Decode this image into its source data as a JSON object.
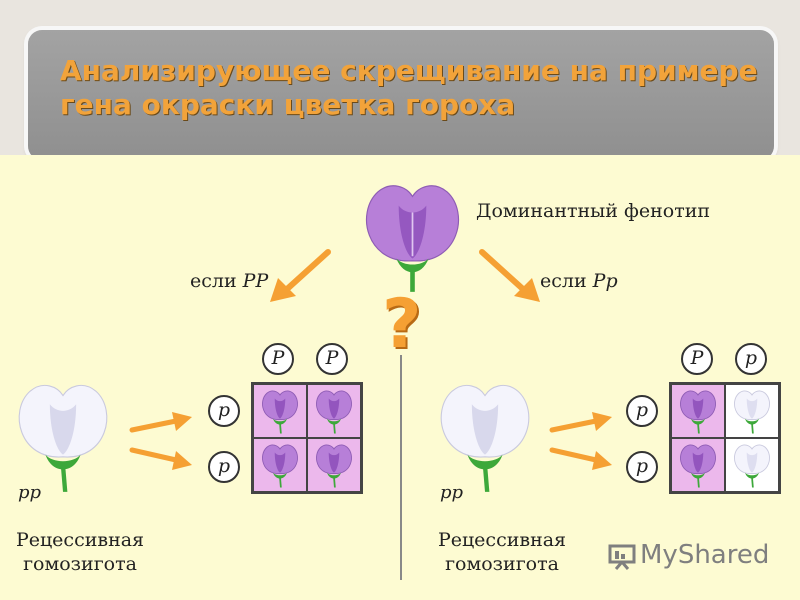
{
  "title": "Анализирующее скрещивание на примере гена окраски цветка гороха",
  "dominant_label": "Доминантный фенотип",
  "case_left": {
    "prefix": "если",
    "genotype": "PP"
  },
  "case_right": {
    "prefix": "если",
    "genotype": "Pp"
  },
  "question_mark": "?",
  "left_cross": {
    "parent_genotype": "pp",
    "parent_caption_line1": "Рецессивная",
    "parent_caption_line2": "гомозигота",
    "top_alleles": [
      "P",
      "P"
    ],
    "side_alleles": [
      "p",
      "p"
    ],
    "offspring": [
      [
        "purple",
        "purple"
      ],
      [
        "purple",
        "purple"
      ]
    ]
  },
  "right_cross": {
    "parent_genotype": "pp",
    "parent_caption_line1": "Рецессивная",
    "parent_caption_line2": "гомозигота",
    "top_alleles": [
      "P",
      "p"
    ],
    "side_alleles": [
      "p",
      "p"
    ],
    "offspring": [
      [
        "purple",
        "white"
      ],
      [
        "purple",
        "white"
      ]
    ]
  },
  "watermark": "MyShared",
  "colors": {
    "title_text": "#f2a33a",
    "panel_bg": "#fdfbd2",
    "arrow": "#f5a033",
    "question": "#f5a033",
    "purple_flower": "#b77fd8",
    "white_flower": "#f4f4fc",
    "cell_purple": "#ecb8ec",
    "leaf": "#3da83a"
  }
}
